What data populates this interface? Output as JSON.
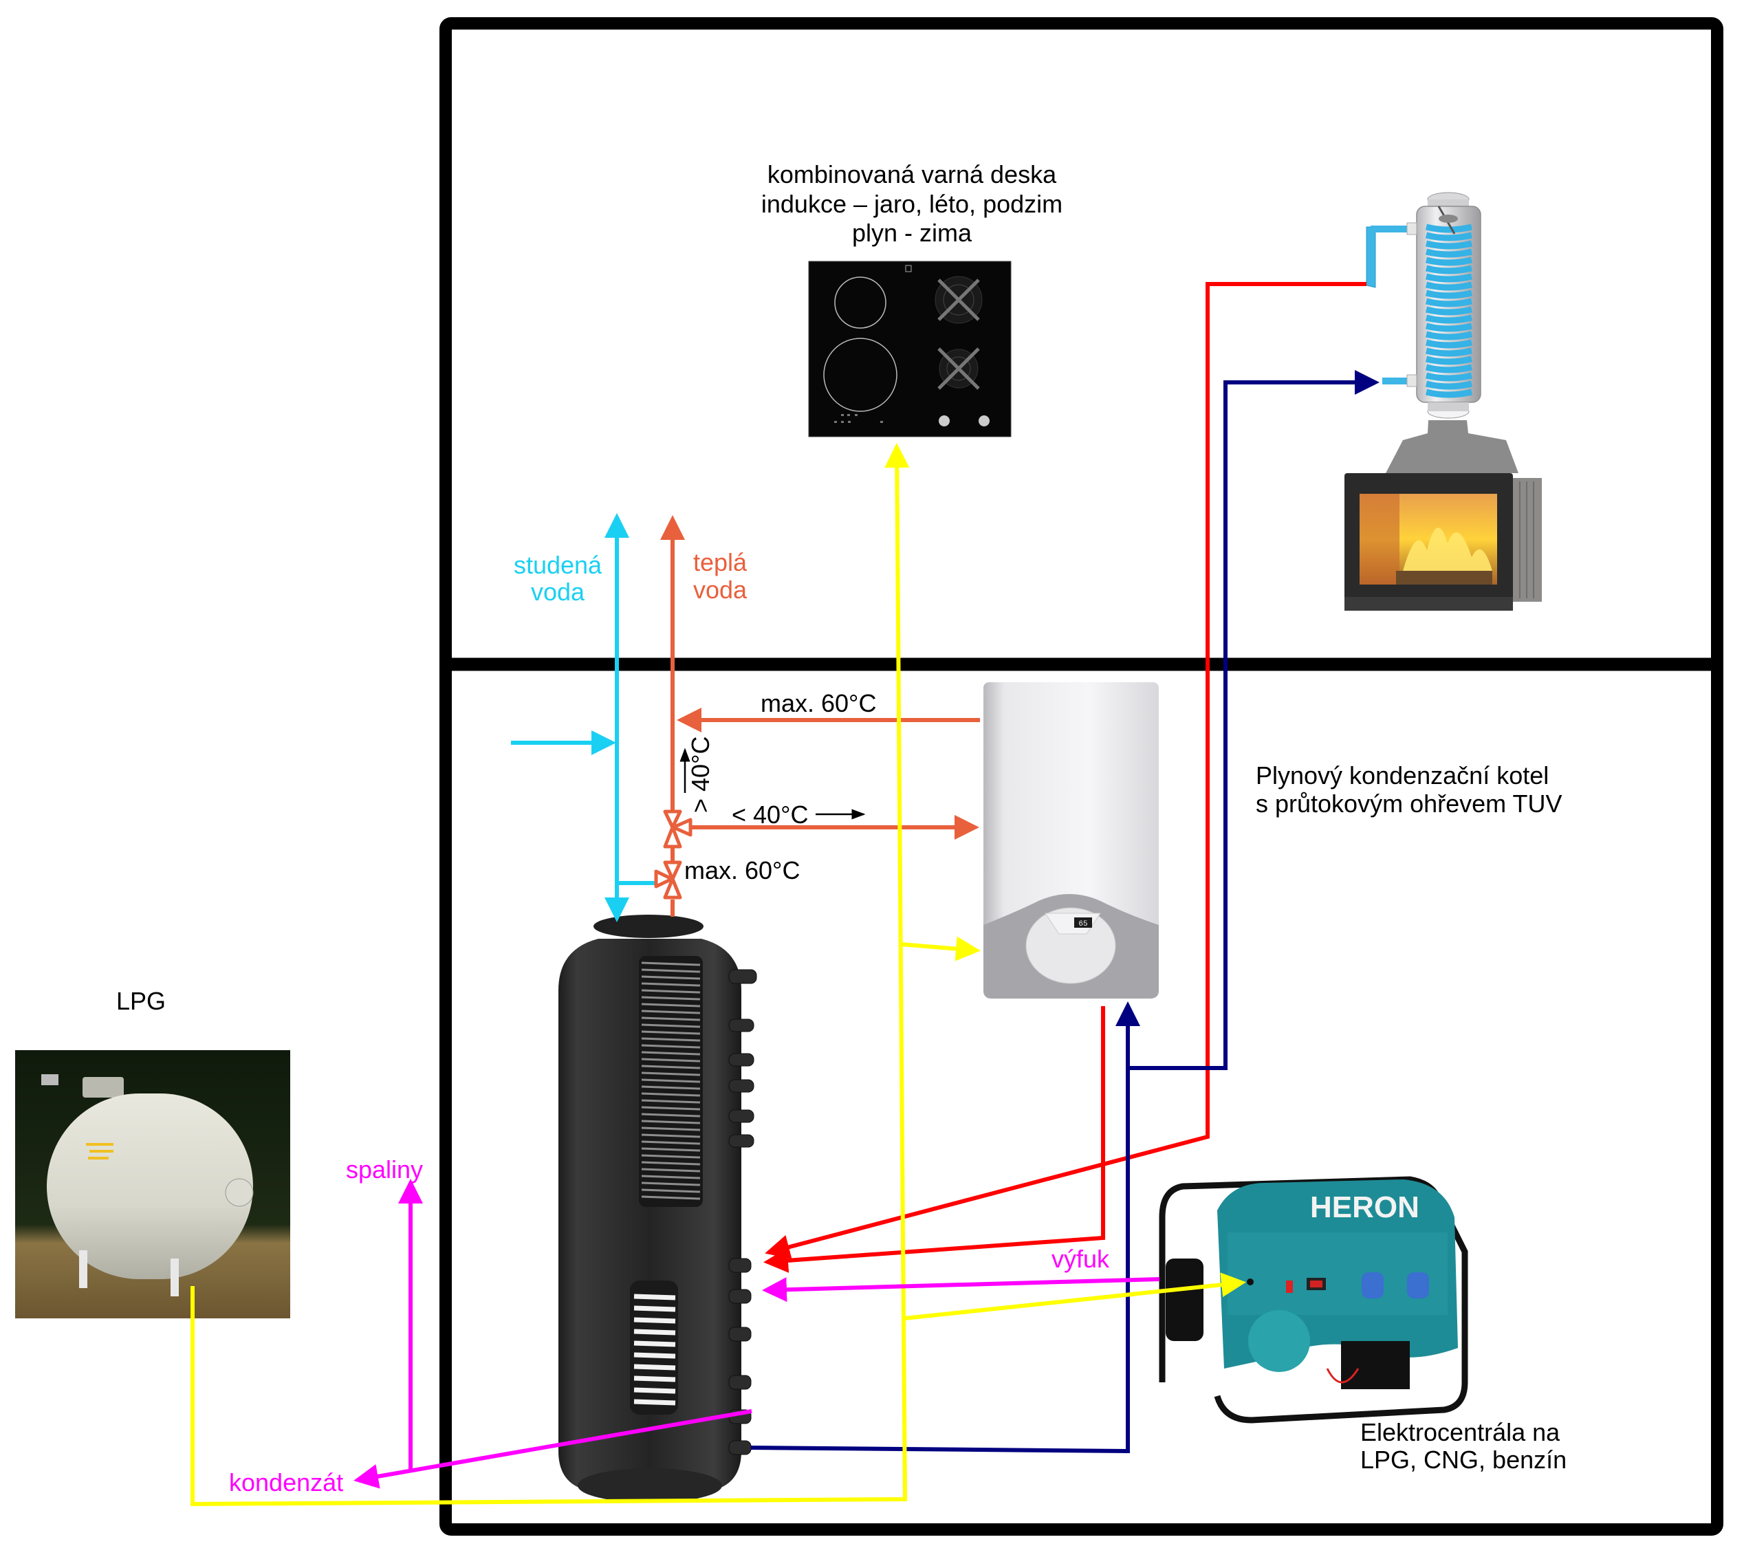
{
  "colors": {
    "cold_water": "#1AD0F2",
    "hot_water": "#E8603C",
    "heating_supply": "#FF0000",
    "heating_return": "#000080",
    "gas": "#FFFF00",
    "exhaust": "#FF00FF",
    "wall": "#000000"
  },
  "labels": {
    "cooktop": [
      "kombinovaná varná deska",
      "indukce – jaro, léto, podzim",
      "plyn - zima"
    ],
    "cold_water": [
      "studená",
      "voda"
    ],
    "hot_water": [
      "teplá",
      "voda"
    ],
    "max_temp_top": "max. 60°C",
    "over_40": "> 40°C",
    "under_40": "< 40°C",
    "max_temp_bottom": "max. 60°C",
    "boiler": [
      "Plynový kondenzační kotel",
      "s průtokovým ohřevem TUV"
    ],
    "lpg": "LPG",
    "flue_gas": "spaliny",
    "condensate": "kondenzát",
    "exhaust": "výfuk",
    "generator": [
      "Elektrocentrála na",
      "LPG, CNG, benzín"
    ]
  },
  "devices": {
    "generator_brand": "HERON",
    "boiler_display": "65"
  },
  "icons": {
    "cooktop": "cooktop-icon",
    "heat_exchanger": "flue-heat-exchanger-icon",
    "fireplace": "fireplace-insert-icon",
    "boiler": "gas-boiler-icon",
    "storage_tank": "storage-tank-icon",
    "lpg_tank": "lpg-tank-icon",
    "generator": "generator-icon",
    "mixing_valve": "mixing-valve-icon"
  }
}
